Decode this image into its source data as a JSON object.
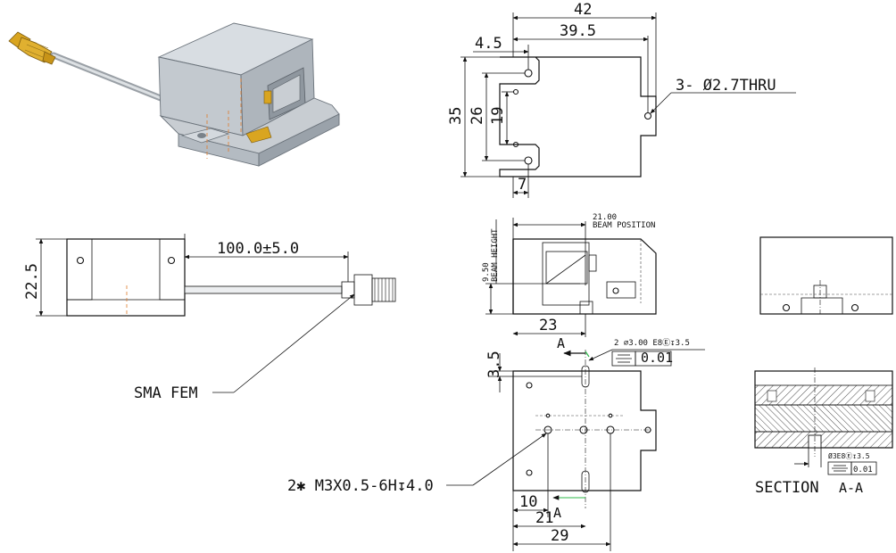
{
  "labels": {
    "dim_42": "42",
    "dim_39_5": "39.5",
    "dim_4_5": "4.5",
    "dim_35": "35",
    "dim_26": "26",
    "dim_19": "19",
    "dim_7": "7",
    "holes_note": "3- Ø2.7THRU",
    "beam_position_value": "21.00",
    "beam_position_label": "BEAM POSITION",
    "beam_height_value": "9.50",
    "beam_height_label": "BEAM HEIGHT",
    "dim_23": "23",
    "dim_22_5": "22.5",
    "dim_100": "100.0±5.0",
    "sma": "SMA FEM",
    "dim_3_5": "3.5",
    "pin_note": "2 ⌀3.00 E8Ⓔ↧3.5",
    "flatness_value": "0.01",
    "section_marker_top": "A",
    "section_marker_bottom": "A",
    "thread_note": "2✱ M3X0.5-6H↧4.0",
    "dim_10": "10",
    "dim_21": "21",
    "dim_29": "29",
    "section_note": "Ø3E8Ⓔ↧3.5",
    "section_flatness": "0.01",
    "section_title": "SECTION",
    "section_name": "A-A"
  },
  "colors": {
    "line": "#111111",
    "body_light": "#d8dde2",
    "body_mid": "#b9c0c7",
    "body_dark": "#9aa2aa",
    "brass": "#d9a520",
    "cable": "#c8ccd0",
    "centerline_orange": "#e07a2a"
  }
}
